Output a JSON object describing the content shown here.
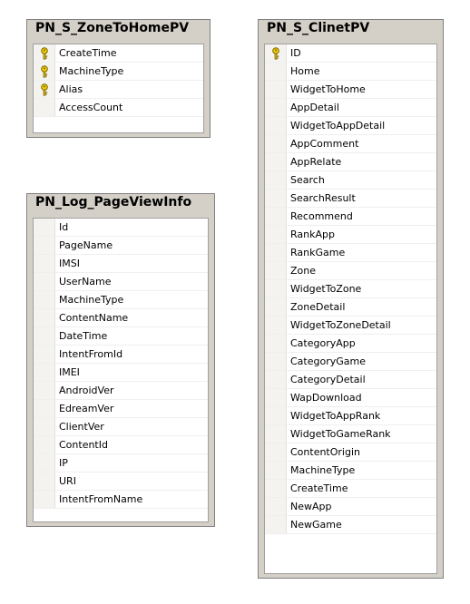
{
  "tables": [
    {
      "title": "PN_S_ZoneToHomePV",
      "columns": [
        {
          "name": "CreateTime",
          "key": true
        },
        {
          "name": "MachineType",
          "key": true
        },
        {
          "name": "Alias",
          "key": true
        },
        {
          "name": "AccessCount",
          "key": false
        }
      ]
    },
    {
      "title": "PN_Log_PageViewInfo",
      "columns": [
        {
          "name": "Id",
          "key": false
        },
        {
          "name": "PageName",
          "key": false
        },
        {
          "name": "IMSI",
          "key": false
        },
        {
          "name": "UserName",
          "key": false
        },
        {
          "name": "MachineType",
          "key": false
        },
        {
          "name": "ContentName",
          "key": false
        },
        {
          "name": "DateTime",
          "key": false
        },
        {
          "name": "IntentFromId",
          "key": false
        },
        {
          "name": "IMEI",
          "key": false
        },
        {
          "name": "AndroidVer",
          "key": false
        },
        {
          "name": "EdreamVer",
          "key": false
        },
        {
          "name": "ClientVer",
          "key": false
        },
        {
          "name": "ContentId",
          "key": false
        },
        {
          "name": "IP",
          "key": false
        },
        {
          "name": "URI",
          "key": false
        },
        {
          "name": "IntentFromName",
          "key": false
        }
      ]
    },
    {
      "title": "PN_S_ClinetPV",
      "columns": [
        {
          "name": "ID",
          "key": true
        },
        {
          "name": "Home",
          "key": false
        },
        {
          "name": "WidgetToHome",
          "key": false
        },
        {
          "name": "AppDetail",
          "key": false
        },
        {
          "name": "WidgetToAppDetail",
          "key": false
        },
        {
          "name": "AppComment",
          "key": false
        },
        {
          "name": "AppRelate",
          "key": false
        },
        {
          "name": "Search",
          "key": false
        },
        {
          "name": "SearchResult",
          "key": false
        },
        {
          "name": "Recommend",
          "key": false
        },
        {
          "name": "RankApp",
          "key": false
        },
        {
          "name": "RankGame",
          "key": false
        },
        {
          "name": "Zone",
          "key": false
        },
        {
          "name": "WidgetToZone",
          "key": false
        },
        {
          "name": "ZoneDetail",
          "key": false
        },
        {
          "name": "WidgetToZoneDetail",
          "key": false
        },
        {
          "name": "CategoryApp",
          "key": false
        },
        {
          "name": "CategoryGame",
          "key": false
        },
        {
          "name": "CategoryDetail",
          "key": false
        },
        {
          "name": "WapDownload",
          "key": false
        },
        {
          "name": "WidgetToAppRank",
          "key": false
        },
        {
          "name": "WidgetToGameRank",
          "key": false
        },
        {
          "name": "ContentOrigin",
          "key": false
        },
        {
          "name": "MachineType",
          "key": false
        },
        {
          "name": "CreateTime",
          "key": false
        },
        {
          "name": "NewApp",
          "key": false
        },
        {
          "name": "NewGame",
          "key": false
        }
      ]
    }
  ]
}
